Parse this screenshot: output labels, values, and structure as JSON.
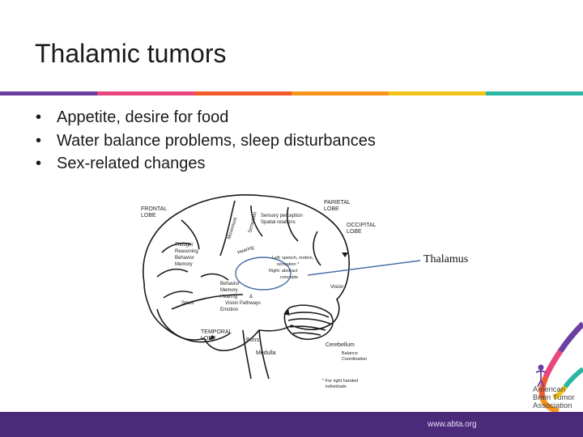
{
  "slide": {
    "title": "Thalamic tumors",
    "bullets": [
      "Appetite, desire for food",
      "Water balance problems, sleep disturbances",
      "Sex-related changes"
    ]
  },
  "figure": {
    "labels": {
      "frontal_lobe_1": "FRONTAL",
      "frontal_lobe_2": "LOBE",
      "parietal_lobe_1": "PARIETAL",
      "parietal_lobe_2": "LOBE",
      "occipital_lobe_1": "OCCIPITAL",
      "occipital_lobe_2": "LOBE",
      "temporal_lobe_1": "TEMPORAL",
      "temporal_lobe_2": "LOBE",
      "movement": "Movement",
      "sensation": "Sensation",
      "sensory_perception": "Sensory perception",
      "spatial_relations": "Spatial relations",
      "thought": "Thought",
      "reasoning": "Reasoning",
      "behavior": "Behavior",
      "memory": "Memory",
      "hearing_top": "Hearing",
      "left_speech": "Left: speech, motion,",
      "sensation_star": "sensation *",
      "right_abstract": "Right: abstract",
      "concepts": "concepts",
      "vision": "Vision",
      "behavior_2": "Behavior",
      "memory_2": "Memory",
      "hearing_2": "Hearing",
      "amp": "&",
      "vision_pathways": "Vision  Pathways",
      "emotion": "Emotion",
      "smell": "Smell",
      "pons": "Pons",
      "medulla": "Medulla",
      "cerebellum": "Cerebellum",
      "balance": "Balance",
      "coordination": "Coordination",
      "footnote_1": "* For right handed",
      "footnote_2": "individuals"
    },
    "callout": "Thalamus"
  },
  "logo": {
    "line1": "American",
    "line2": "Brain Tumor",
    "line3": "Association"
  },
  "footer": {
    "url": "www.abta.org"
  },
  "colors": {
    "footer_bg": "#4c2a7a",
    "rule": [
      "#6b3fa0",
      "#e8467c",
      "#f15a2b",
      "#f7941d",
      "#f2c318",
      "#2bb6a3"
    ]
  }
}
